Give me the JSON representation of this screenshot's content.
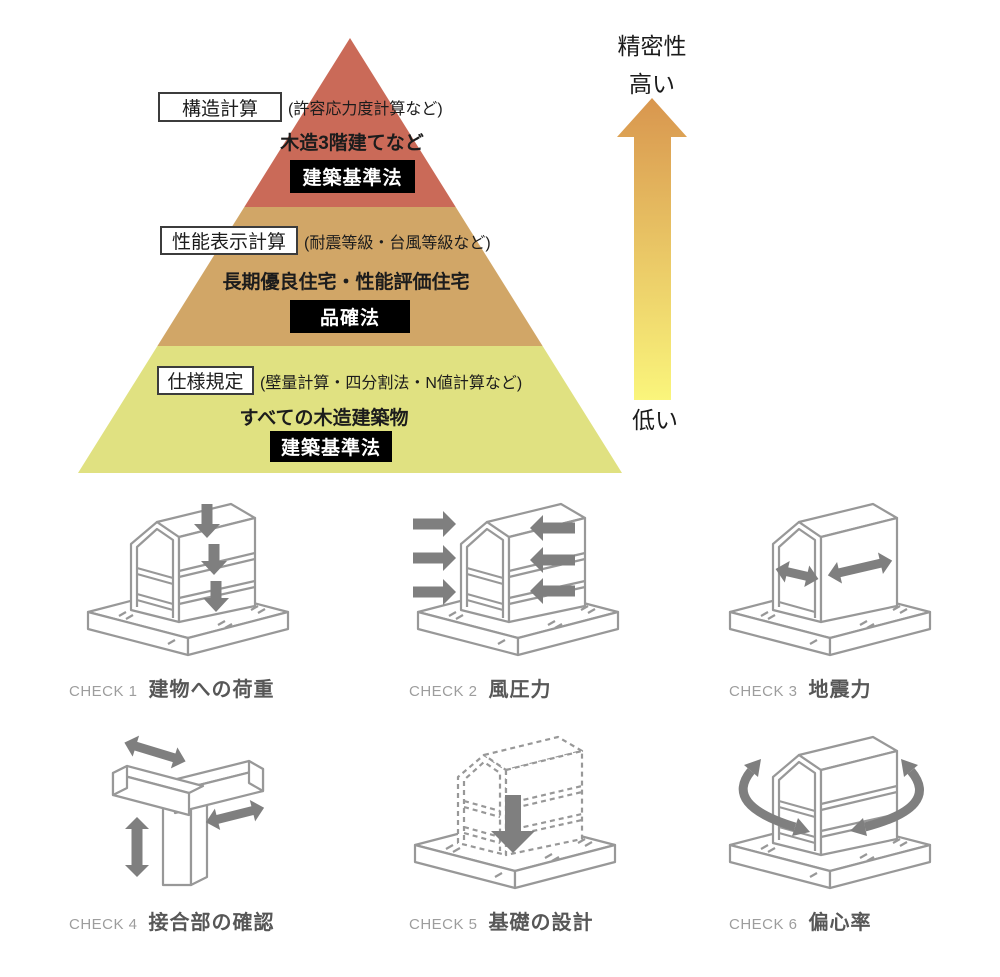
{
  "pyramid": {
    "levels": [
      {
        "name": "構造計算",
        "note": "(許容応力度計算など)",
        "target": "木造3階建てなど",
        "law": "建築基準法",
        "color": "#ca6a58"
      },
      {
        "name": "性能表示計算",
        "note": "(耐震等級・台風等級など)",
        "target": "長期優良住宅・性能評価住宅",
        "law": "品確法",
        "color": "#d1a667"
      },
      {
        "name": "仕様規定",
        "note": "(壁量計算・四分割法・N値計算など)",
        "target": "すべての木造建築物",
        "law": "建築基準法",
        "color": "#e0e181"
      }
    ]
  },
  "precision_axis": {
    "title": "精密性",
    "high_label": "高い",
    "low_label": "低い",
    "gradient_top": "#d8954e",
    "gradient_bottom": "#faf67c"
  },
  "checks": [
    {
      "tag": "CHECK 1",
      "title": "建物への荷重",
      "icon": "vertical-load-house-icon"
    },
    {
      "tag": "CHECK 2",
      "title": "風圧力",
      "icon": "wind-pressure-house-icon"
    },
    {
      "tag": "CHECK 3",
      "title": "地震力",
      "icon": "seismic-force-house-icon"
    },
    {
      "tag": "CHECK 4",
      "title": "接合部の確認",
      "icon": "timber-joint-icon"
    },
    {
      "tag": "CHECK 5",
      "title": "基礎の設計",
      "icon": "foundation-design-icon"
    },
    {
      "tag": "CHECK 6",
      "title": "偏心率",
      "icon": "eccentricity-house-icon"
    }
  ],
  "palette": {
    "drawing_line_gray": "#989898",
    "arrow_gray": "#7f7f7f",
    "check_tag_gray": "#9d9d9d",
    "check_title_gray": "#575757"
  }
}
